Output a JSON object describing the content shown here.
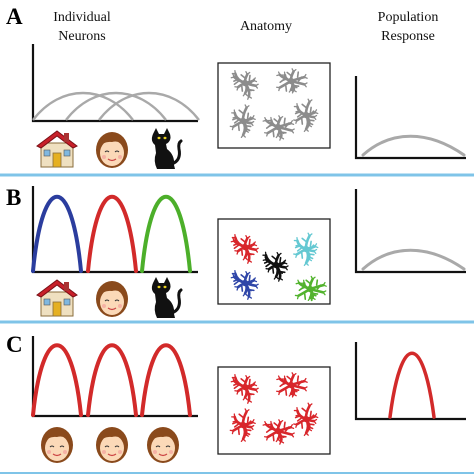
{
  "header": {
    "col1_line1": "Individual",
    "col1_line2": "Neurons",
    "col2": "Anatomy",
    "col3_line1": "Population",
    "col3_line2": "Response"
  },
  "panels": [
    {
      "letter": "A",
      "tuning_colors": [
        "#a9a9a9",
        "#a9a9a9",
        "#a9a9a9"
      ],
      "neuron_colors": [
        "#8c8c8c",
        "#8c8c8c",
        "#8c8c8c",
        "#8c8c8c",
        "#8c8c8c"
      ],
      "icons": [
        "house-icon",
        "face-icon",
        "cat-icon"
      ],
      "population_shape": "broad"
    },
    {
      "letter": "B",
      "tuning_colors": [
        "#2b3d9e",
        "#d22a2a",
        "#4caf2a"
      ],
      "neuron_colors": [
        "#d8262b",
        "#64c8d2",
        "#111111",
        "#2f46a8",
        "#52b32d"
      ],
      "icons": [
        "house-icon",
        "face-icon",
        "cat-icon"
      ],
      "population_shape": "broad"
    },
    {
      "letter": "C",
      "tuning_colors": [
        "#d22a2a",
        "#d22a2a",
        "#d22a2a"
      ],
      "neuron_colors": [
        "#d8262b",
        "#d8262b",
        "#d8262b",
        "#d8262b",
        "#d8262b"
      ],
      "icons": [
        "face-icon",
        "face-icon",
        "face-icon"
      ],
      "population_shape": "narrow"
    }
  ],
  "colors": {
    "separator": "#7fc4e8",
    "axis": "#111111",
    "population_curve_gray": "#a9a9a9",
    "population_curve_red": "#d22a2a"
  }
}
